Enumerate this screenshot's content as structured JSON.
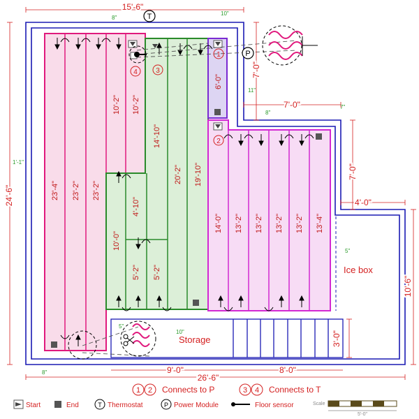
{
  "dimensions": {
    "top_width": "15'-6\"",
    "left_height": "24'-6\"",
    "right_upper": "7'-0\"",
    "step_width": "7'-0\"",
    "right_mid": "7'-0\"",
    "step_width2": "4'-0\"",
    "right_lower": "10'-6\"",
    "bottom_total": "26'-6\"",
    "bottom_left": "9'-0\"",
    "bottom_right": "8'-0\"",
    "stair_height": "3'-0\"",
    "gap_top_left": "8\"",
    "gap_top_right": "10\"",
    "gap_side": "11\"",
    "gap_mid": "8\"",
    "gap_right": "7\"",
    "gap_left": "1'-1\"",
    "gap_icebox": "5\"",
    "gap_storage": "10\"",
    "gap_bottom_left": "8\"",
    "gap_storage_icon": "5\""
  },
  "panels": [
    {
      "label": "23'-4\""
    },
    {
      "label": "23'-2\""
    },
    {
      "label": "23'-2\""
    },
    {
      "label": "10'-2\""
    },
    {
      "label": "10'-2\""
    },
    {
      "label": "14'-10\""
    },
    {
      "label": "20'-2\""
    },
    {
      "label": "19'-10\""
    },
    {
      "label": "6'-0\""
    },
    {
      "label": "4'-10\""
    },
    {
      "label": "10'-0\""
    },
    {
      "label": "5'-2\""
    },
    {
      "label": "5'-2\""
    },
    {
      "label": "14'-0\""
    },
    {
      "label": "13'-2\""
    },
    {
      "label": "13'-2\""
    },
    {
      "label": "13'-2\""
    },
    {
      "label": "13'-2\""
    },
    {
      "label": "13'-4\""
    }
  ],
  "markers": {
    "t": "T",
    "p": "P",
    "n1": "1",
    "n2": "2",
    "n3": "3",
    "n4": "4"
  },
  "rooms": {
    "icebox": "Ice box",
    "storage": "Storage"
  },
  "legend": {
    "connects_p_n1": "1",
    "connects_p_n2": "2",
    "connects_p": "Connects to P",
    "connects_t_n1": "3",
    "connects_t_n2": "4",
    "connects_t": "Connects to T",
    "start": "Start",
    "end": "End",
    "thermostat_symbol": "T",
    "thermostat": "Thermostat",
    "power_symbol": "P",
    "power": "Power Module",
    "floor_sensor": "Floor sensor",
    "scale": "Scale",
    "scale_value": "5'-0\""
  },
  "colors": {
    "wall": "#1a1ab4",
    "dim": "#d42020",
    "pink_panel": "#e0197d",
    "pink_fill": "#f9dcea",
    "magenta_panel": "#d228d2",
    "magenta_fill": "#f7dcf5",
    "green_panel": "#2a8a2a",
    "green_fill": "#dcefd8",
    "purple_panel": "#7a2ad2",
    "purple_fill": "#ddd5f3"
  }
}
